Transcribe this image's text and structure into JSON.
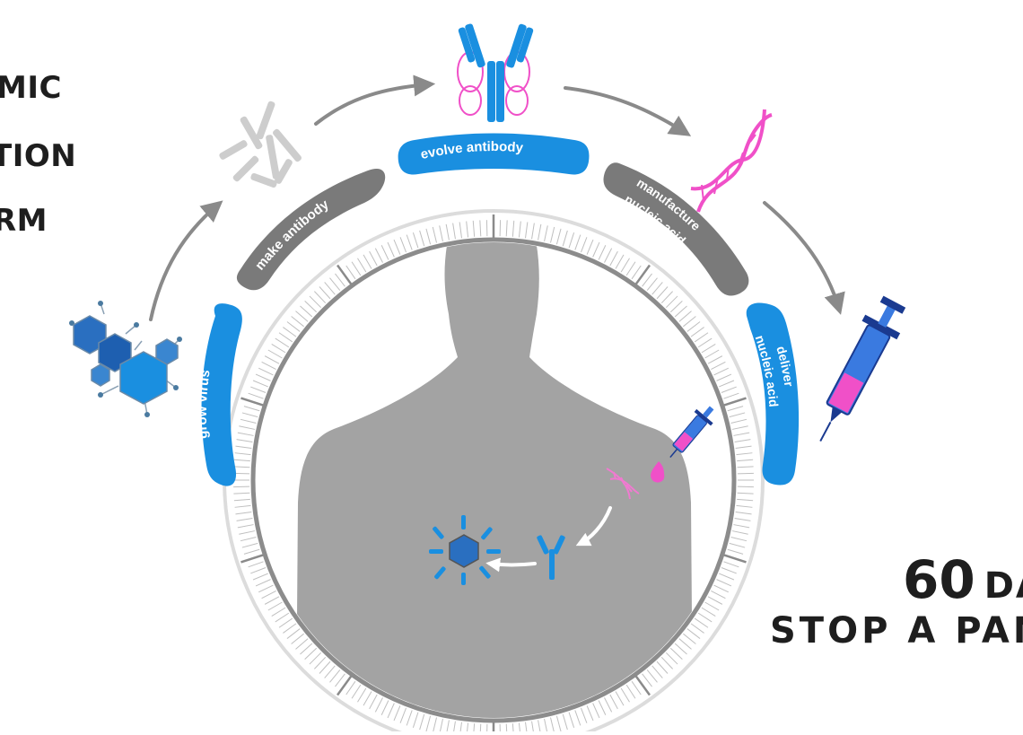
{
  "heading_left": {
    "line1": "MIC",
    "line2": "TION",
    "line3": "RM"
  },
  "heading_right": {
    "days_number": "60",
    "days_word": "DA",
    "stop_line": "STOP A PAN"
  },
  "cycle_steps": [
    {
      "id": "grow-virus",
      "label": "grow virus",
      "color": "#1a8fe0"
    },
    {
      "id": "make-antibody",
      "label": "make antibody",
      "color": "#7a7a7a"
    },
    {
      "id": "evolve-antibody",
      "label": "evolve antibody",
      "color": "#1a8fe0"
    },
    {
      "id": "manufacture-nucleic-acid",
      "label_line1": "manufacture",
      "label_line2": "nucleic acid",
      "color": "#7a7a7a"
    },
    {
      "id": "deliver-nucleic-acid",
      "label_line1": "deliver",
      "label_line2": "nucleic acid",
      "color": "#1a8fe0"
    }
  ],
  "colors": {
    "blue": "#1a8fe0",
    "gray_tab": "#7a7a7a",
    "silhouette": "#a3a3a3",
    "ring": "#8c8c8c",
    "magenta": "#f050c8",
    "arrow": "#8a8a8a",
    "text_dark": "#1e1e1e"
  },
  "icons": [
    "virus-cluster-icon",
    "antibody-gray-icon",
    "antibody-dna-icon",
    "dna-helix-icon",
    "syringe-icon",
    "small-syringe-icon",
    "small-dna-icon",
    "small-antibody-icon",
    "virus-antibody-complex-icon",
    "person-silhouette"
  ]
}
